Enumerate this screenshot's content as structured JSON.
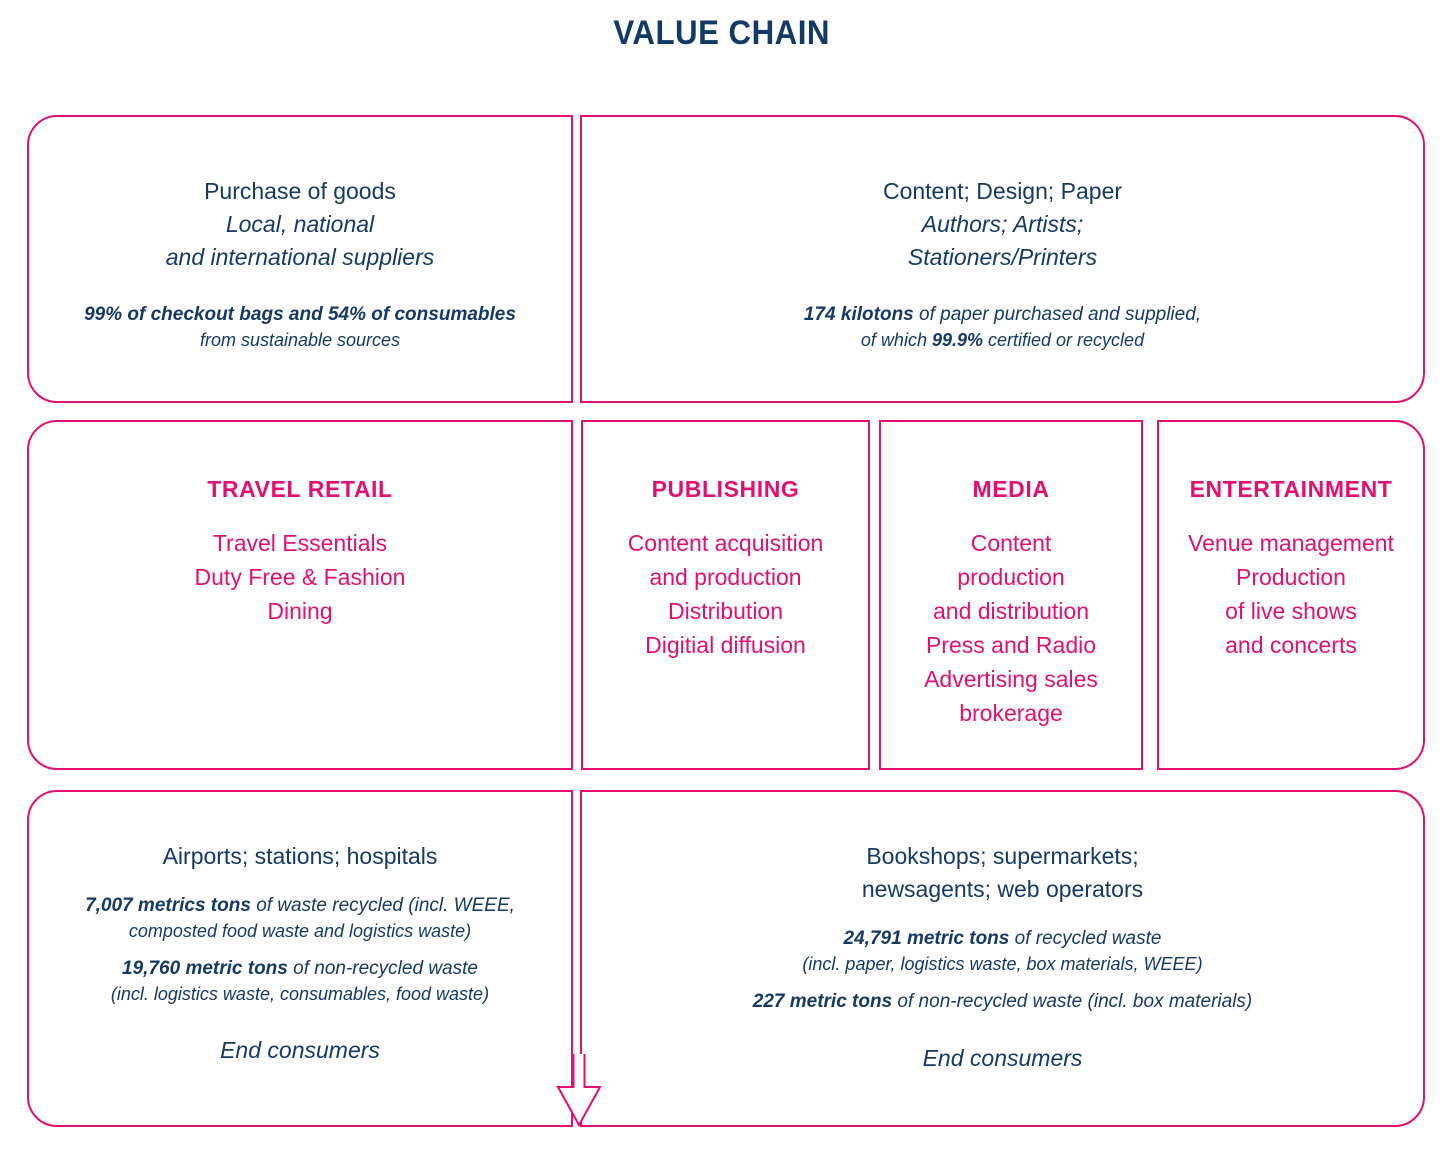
{
  "header": {
    "title": "VALUE CHAIN"
  },
  "colors": {
    "navy": "#143a64",
    "pink": "#e2116f",
    "background": "#ffffff"
  },
  "diagram": {
    "type": "value-chain-flow",
    "rows": [
      {
        "row_name": "upstream-suppliers",
        "boxes": [
          {
            "name": "purchase-of-goods",
            "heading": "Purchase of goods",
            "subheading_lines": [
              "Local, national",
              "and international suppliers"
            ],
            "stat_strong": "99% of checkout bags and 54% of consumables",
            "stat_regular": "",
            "stat_sub": "from sustainable sources"
          },
          {
            "name": "content-design-paper",
            "heading": "Content; Design; Paper",
            "subheading_lines": [
              "Authors; Artists;",
              "Stationers/Printers"
            ],
            "stat_strong": "174 kilotons",
            "stat_regular": " of paper purchased and supplied,",
            "stat_sub_prefix": "of which ",
            "stat_sub_strong": "99.9%",
            "stat_sub_suffix": " certified or recycled"
          }
        ]
      },
      {
        "row_name": "business-segments",
        "boxes": [
          {
            "name": "travel-retail",
            "title": "TRAVEL RETAIL",
            "lines": [
              "Travel Essentials",
              "Duty Free & Fashion",
              "Dining"
            ]
          },
          {
            "name": "publishing",
            "title": "PUBLISHING",
            "lines": [
              "Content acquisition",
              "and production",
              "Distribution",
              "Digitial diffusion"
            ]
          },
          {
            "name": "media",
            "title": "MEDIA",
            "lines": [
              "Content",
              "production",
              "and distribution",
              "Press and Radio",
              "Advertising sales",
              "brokerage"
            ]
          },
          {
            "name": "entertainment",
            "title": "ENTERTAINMENT",
            "lines": [
              "Venue management",
              "Production",
              "of live shows",
              "and concerts"
            ]
          }
        ]
      },
      {
        "row_name": "downstream-points-of-sale",
        "boxes": [
          {
            "name": "airports-stations-hospitals",
            "heading": "Airports; stations; hospitals",
            "stat1_strong": "7,007 metrics tons",
            "stat1_regular": " of waste recycled (incl. WEEE,",
            "stat1_sub": "composted food waste and logistics waste)",
            "stat2_strong": "19,760 metric tons",
            "stat2_regular": " of non-recycled waste",
            "stat2_sub": "(incl. logistics waste, consumables, food waste)",
            "footer": "End consumers"
          },
          {
            "name": "bookshops-supermarkets",
            "heading_lines": [
              "Bookshops; supermarkets;",
              "newsagents; web operators"
            ],
            "stat1_strong": "24,791 metric tons",
            "stat1_regular": " of recycled waste",
            "stat1_sub": "(incl. paper, logistics waste, box materials, WEEE)",
            "stat2_strong": "227 metric tons",
            "stat2_regular": " of non-recycled waste (incl. box materials)",
            "footer": "End consumers"
          }
        ]
      }
    ],
    "flow_arrow": {
      "name": "downward-flow-arrow",
      "direction": "down"
    }
  }
}
